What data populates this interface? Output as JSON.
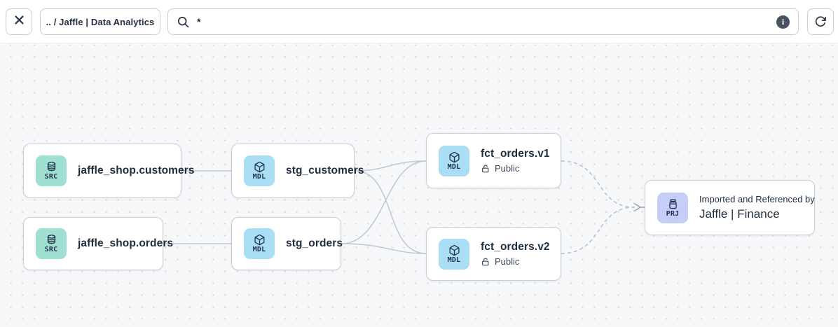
{
  "toolbar": {
    "breadcrumb": ".. / Jaffle | Data Analytics",
    "search": {
      "value": "*"
    }
  },
  "nodes": [
    {
      "id": "jaffle_shop.customers",
      "type": "source",
      "badge": "SRC",
      "label": "jaffle_shop.customers"
    },
    {
      "id": "jaffle_shop.orders",
      "type": "source",
      "badge": "SRC",
      "label": "jaffle_shop.orders"
    },
    {
      "id": "stg_customers",
      "type": "model",
      "badge": "MDL",
      "label": "stg_customers"
    },
    {
      "id": "stg_orders",
      "type": "model",
      "badge": "MDL",
      "label": "stg_orders"
    },
    {
      "id": "fct_orders.v1",
      "type": "model",
      "badge": "MDL",
      "label": "fct_orders.v1",
      "access": "Public"
    },
    {
      "id": "fct_orders.v2",
      "type": "model",
      "badge": "MDL",
      "label": "fct_orders.v2",
      "access": "Public"
    },
    {
      "id": "jaffle_finance",
      "type": "project",
      "badge": "PRJ",
      "subtitle": "Imported and Referenced by",
      "label": "Jaffle | Finance"
    }
  ],
  "edges": [
    {
      "from": "jaffle_shop.customers",
      "to": "stg_customers",
      "style": "solid"
    },
    {
      "from": "jaffle_shop.orders",
      "to": "stg_orders",
      "style": "solid"
    },
    {
      "from": "stg_customers",
      "to": "fct_orders.v1",
      "style": "solid"
    },
    {
      "from": "stg_customers",
      "to": "fct_orders.v2",
      "style": "solid"
    },
    {
      "from": "stg_orders",
      "to": "fct_orders.v1",
      "style": "solid"
    },
    {
      "from": "stg_orders",
      "to": "fct_orders.v2",
      "style": "solid"
    },
    {
      "from": "fct_orders.v1",
      "to": "jaffle_finance",
      "style": "dashed"
    },
    {
      "from": "fct_orders.v2",
      "to": "jaffle_finance",
      "style": "dashed"
    }
  ],
  "colors": {
    "source_icon_bg": "#9fe0d2",
    "model_icon_bg": "#a9def5",
    "project_icon_bg": "#c5cdf8",
    "edge_solid": "#c2c7cf",
    "edge_dashed": "#b9bec8",
    "canvas_bg": "#f7f8fa",
    "text_primary": "#1f2d3d",
    "text_secondary": "#3e4a5b"
  }
}
